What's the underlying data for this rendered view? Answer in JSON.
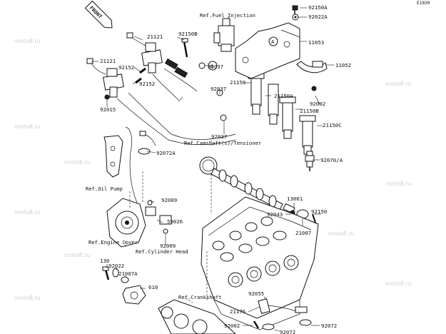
{
  "diagram_code": "E1830",
  "front_badge": "FRONT",
  "callout_letter": "A",
  "watermark": "moto8.ru",
  "labels": {
    "p92150A": "92150A",
    "p92022A": "92022A",
    "p11053": "11053",
    "p11052": "11052",
    "p21121a": "21121",
    "p21121b": "21121",
    "p92150B": "92150B",
    "p92152a": "92152",
    "p92152b": "92152",
    "p92037a": "92037",
    "p92037b": "92037",
    "p92037c": "92037",
    "p21150": "21150",
    "p21150A": "21150A",
    "p21150B": "21150B",
    "p21150C": "21150C",
    "p92002a": "92002",
    "p92002b": "92002",
    "p92015": "92015",
    "p92072A": "92072A",
    "p92070A": "92070/A",
    "p92009a": "92009",
    "p92009b": "92009",
    "p59026": "59026",
    "p13061": "13061",
    "p92043": "92043",
    "p92150": "92150",
    "p21007": "21007",
    "p130": "130",
    "p92022": "92022",
    "p21007A": "21007A",
    "p610": "610",
    "p92055": "92055",
    "p21176": "21176",
    "p92072a": "92072",
    "p92072b": "92072"
  },
  "refs": {
    "fuel_injection": "Ref.Fuel Injection",
    "camshaft": "Ref.Camshaft(s)/Tensioner",
    "oil_pump": "Ref.Oil Pump",
    "engine_cover": "Ref.Engine Cover",
    "cylinder_head": "Ref.Cylinder Head",
    "crankshaft": "Ref.Crankshaft"
  }
}
